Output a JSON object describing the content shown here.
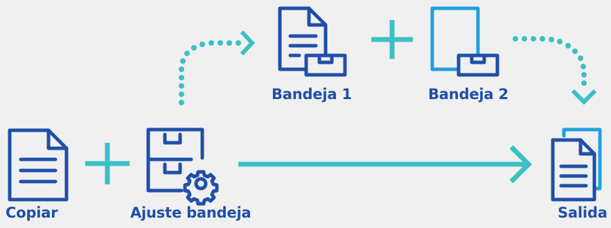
{
  "labels": {
    "copy": "Copiar",
    "tray_setting": "Ajuste bandeja",
    "tray1": "Bandeja 1",
    "tray2": "Bandeja 2",
    "output": "Salida"
  },
  "icons": {
    "copy": "document-icon",
    "tray_setting": "tray-cabinet-gear-icon",
    "tray1": "document-tray-icon",
    "tray2": "blank-page-tray-icon",
    "output": "stacked-documents-icon",
    "plus": "plus-icon"
  },
  "colors": {
    "background": "#f0f0f0",
    "navy": "#1f4fa8",
    "blue": "#1fa0e0",
    "teal": "#3cc0c6"
  }
}
